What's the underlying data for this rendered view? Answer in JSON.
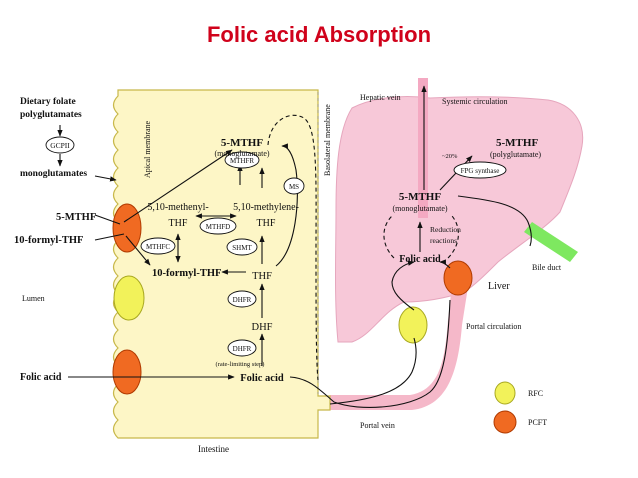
{
  "title": "Folic acid Absorption",
  "colors": {
    "title": "#d0021b",
    "intestine_fill": "#fdf6c6",
    "intestine_stroke": "#c8b84a",
    "liver_fill": "#f7c8d8",
    "portal_fill": "#f5b8c9",
    "rfc": "#f2f25a",
    "pcft": "#f06a22",
    "bile_duct": "#7ee860"
  },
  "intestine": {
    "lumen": "Lumen",
    "apical_membrane": "Apical membrane",
    "basolateral_membrane": "Basolateral membrane",
    "intestine_label": "Intestine",
    "dietary_folate": "Dietary folate",
    "polyglutamates": "polyglutamates",
    "gcpii": "GCPII",
    "monoglutamates": "monoglutamates",
    "mthf_left": "5-MTHF",
    "formyl_thf_left": "10-formyl-THF",
    "folic_acid_left": "Folic acid",
    "mthf_top": "5-MTHF",
    "mthf_top_sub": "(monoglutamate)",
    "mthfr": "MTHFR",
    "ms": "MS",
    "methenyl_1": "5,10-methenyl-",
    "methenyl_2": "THF",
    "mthfd": "MTHFD",
    "methylene_1": "5,10-methylene-",
    "methylene_2": "THF",
    "mthfc": "MTHFC",
    "shmt": "SHMT",
    "formyl_thf_center": "10-formyl-THF",
    "thf": "THF",
    "dhfr_1": "DHFR",
    "dhf": "DHF",
    "dhfr_2": "DHFR",
    "rate_limiting": "(rate-limiting step)",
    "folic_acid_center": "Folic acid"
  },
  "liver": {
    "hepatic_vein": "Hepatic vein",
    "systemic_circulation": "Systemic circulation",
    "mthf_poly": "5-MTHF",
    "mthf_poly_sub": "(polyglutamate)",
    "percent": "~20%",
    "fpg_synthase": "FPG synthase",
    "mthf_mono": "5-MTHF",
    "mthf_mono_sub": "(monoglutamate)",
    "reduction_1": "Reduction",
    "reduction_2": "reactions",
    "folic_acid": "Folic acid",
    "bile_duct": "Bile duct",
    "liver_label": "Liver",
    "portal_circulation": "Portal circulation",
    "portal_vein": "Portal vein"
  },
  "legend": {
    "rfc": "RFC",
    "pcft": "PCFT"
  }
}
